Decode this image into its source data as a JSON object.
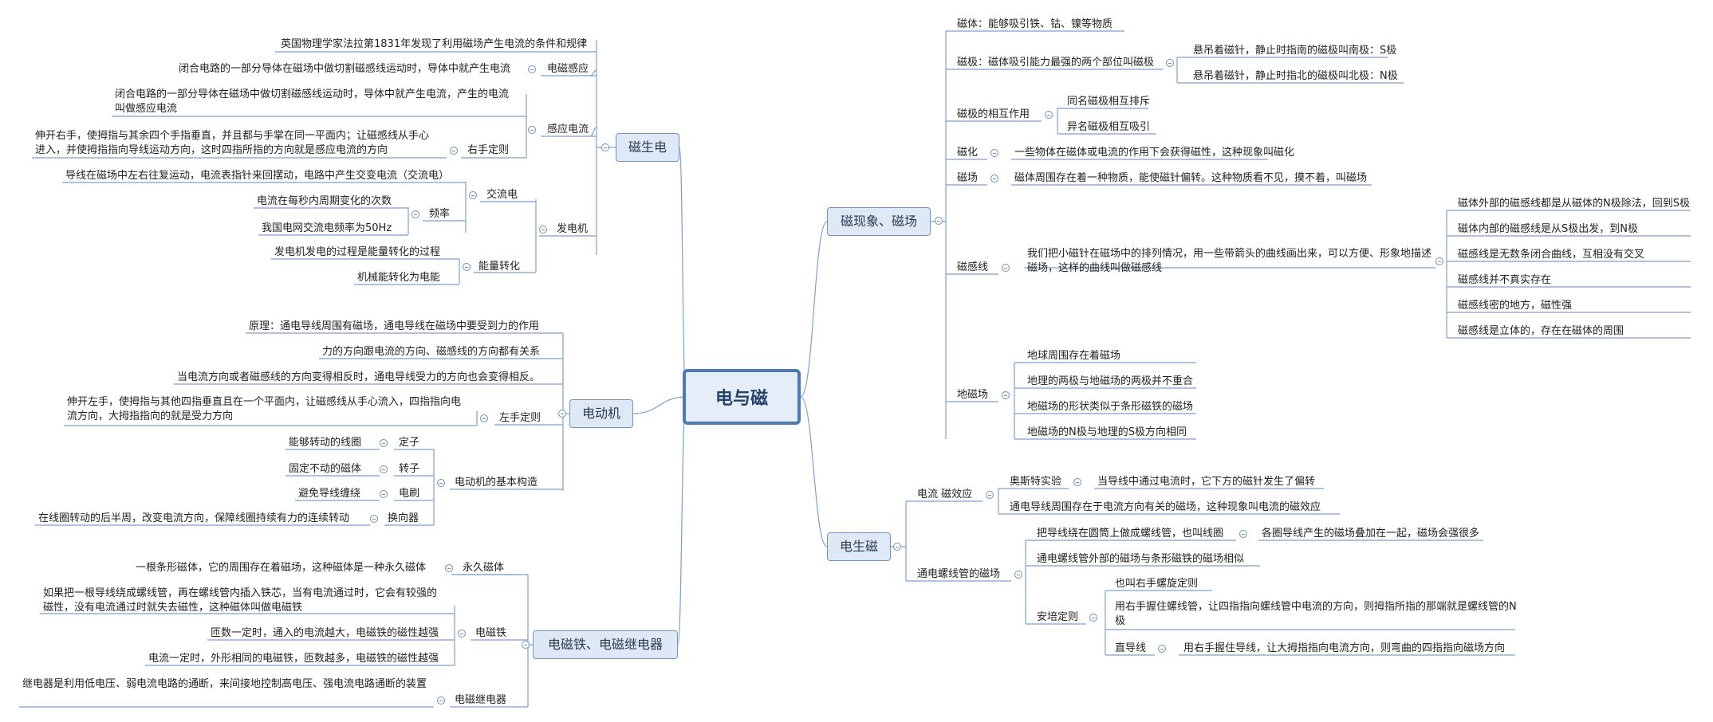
{
  "root": "电与磁",
  "branches": {
    "cishengdian": {
      "title": "磁生电",
      "history": "英国物理学家法拉第1831年发现了利用磁场产生电流的条件和规律",
      "ganying": {
        "title": "电磁感应",
        "text": "闭合电路的一部分导体在磁场中做切割磁感线运动时，导体中就产生电流"
      },
      "dianliu": {
        "title": "感应电流",
        "text": "闭合电路的一部分导体在磁场中做切割磁感线运动时，导体中就产生电流，产生的电流叫做感应电流",
        "youshou": {
          "title": "右手定则",
          "text": "伸开右手，使拇指与其余四个手指垂直，并且都与手掌在同一平面内；让磁感线从手心进入，并使拇指指向导线运动方向，这时四指所指的方向就是感应电流的方向"
        }
      },
      "fadianji": {
        "title": "发电机",
        "jiaoliu": {
          "title": "交流电",
          "text": "导线在磁场中左右往复运动，电流表指针来回摆动，电路中产生交变电流（交流电）",
          "pinlv": {
            "title": "频率",
            "a": "电流在每秒内周期变化的次数",
            "b": "我国电网交流电频率为50Hz"
          }
        },
        "nengliang": {
          "title": "能量转化",
          "a": "发电机发电的过程是能量转化的过程",
          "b": "机械能转化为电能"
        }
      }
    },
    "diandongji": {
      "title": "电动机",
      "principle": "原理：通电导线周围有磁场，通电导线在磁场中要受到力的作用",
      "force": "力的方向跟电流的方向、磁感线的方向都有关系",
      "reverse": "当电流方向或者磁感线的方向变得相反时，通电导线受力的方向也会变得相反。",
      "zuoshou": {
        "title": "左手定则",
        "text": "伸开左手，使拇指与其他四指垂直且在一个平面内，让磁感线从手心流入，四指指向电流方向，大拇指指向的就是受力方向"
      },
      "gouzao": {
        "title": "电动机的基本构造",
        "dingzi": {
          "title": "定子",
          "text": "能够转动的线圈"
        },
        "zhuanzi": {
          "title": "转子",
          "text": "固定不动的磁体"
        },
        "dianshua": {
          "title": "电刷",
          "text": "避免导线缠绕"
        },
        "huanxiang": {
          "title": "换向器",
          "text": "在线圈转动的后半周，改变电流方向，保障线圈持续有力的连续转动"
        }
      }
    },
    "diancitie": {
      "title": "电磁铁、电磁继电器",
      "yongjiu": {
        "title": "永久磁体",
        "text": "一根条形磁体，它的周围存在着磁场，这种磁体是一种永久磁体"
      },
      "diancitie": {
        "title": "电磁铁",
        "a": "如果把一根导线绕成螺线管，再在螺线管内插入铁芯，当有电流通过时，它会有较强的磁性，没有电流通过时就失去磁性，这种磁体叫做电磁铁",
        "b": "匝数一定时，通入的电流越大，电磁铁的磁性越强",
        "c": "电流一定时，外形相同的电磁铁，匝数越多，电磁铁的磁性越强"
      },
      "jidianqi": {
        "title": "电磁继电器",
        "text": "继电器是利用低电压、弱电流电路的通断，来间接地控制高电压、强电流电路通断的装置"
      }
    },
    "cixianxiang": {
      "title": "磁现象、磁场",
      "citi": "磁体：能够吸引铁、钴、镍等物质",
      "ciji": {
        "title": "磁极：磁体吸引能力最强的两个部位叫磁极",
        "a": "悬吊着磁针，静止时指南的磁极叫南极：S极",
        "b": "悬吊着磁针，静止时指北的磁极叫北极：N极"
      },
      "xianghu": {
        "title": "磁极的相互作用",
        "a": "同名磁极相互排斥",
        "b": "异名磁极相互吸引"
      },
      "cihua": {
        "title": "磁化",
        "text": "一些物体在磁体或电流的作用下会获得磁性，这种现象叫磁化"
      },
      "cichang": {
        "title": "磁场",
        "text": "磁体周围存在着一种物质，能使磁针偏转。这种物质看不见，摸不着，叫磁场"
      },
      "ganxian": {
        "title": "磁感线",
        "text": "我们把小磁针在磁场中的排列情况，用一些带箭头的曲线画出来，可以方便、形象地描述磁场，这样的曲线叫做磁感线",
        "items": [
          "磁体外部的磁感线都是从磁体的N极除法，回到S极",
          "磁体内部的磁感线是从S极出发，到N极",
          "磁感线是无数条闭合曲线，互相没有交叉",
          "磁感线并不真实存在",
          "磁感线密的地方，磁性强",
          "磁感线是立体的，存在在磁体的周围"
        ]
      },
      "dicichang": {
        "title": "地磁场",
        "items": [
          "地球周围存在着磁场",
          "地理的两极与地磁场的两极并不重合",
          "地磁场的形状类似于条形磁铁的磁场",
          "地磁场的N极与地理的S极方向相同"
        ]
      }
    },
    "dianshengci": {
      "title": "电生磁",
      "xiaoying": {
        "title": "电流 磁效应",
        "aosite": {
          "title": "奥斯特实验",
          "text": "当导线中通过电流时，它下方的磁针发生了偏转"
        },
        "text": "通电导线周围存在于电流方向有关的磁场，这种现象叫电流的磁效应"
      },
      "luoxianguan": {
        "title": "通电螺线管的磁场",
        "xianquan": {
          "title": "把导线绕在圆筒上做成螺线管，也叫线圈",
          "text": "各圈导线产生的磁场叠加在一起，磁场会强很多"
        },
        "waibu": "通电螺线管外部的磁场与条形磁铁的磁场相似",
        "anpei": {
          "title": "安培定则",
          "a": "也叫右手螺旋定则",
          "b": "用右手握住螺线管，让四指指向螺线管中电流的方向，则拇指所指的那端就是螺线管的N极",
          "zhidao": {
            "title": "直导线",
            "text": "用右手握住导线，让大拇指指向电流方向，则弯曲的四指指向磁场方向"
          }
        }
      }
    }
  }
}
